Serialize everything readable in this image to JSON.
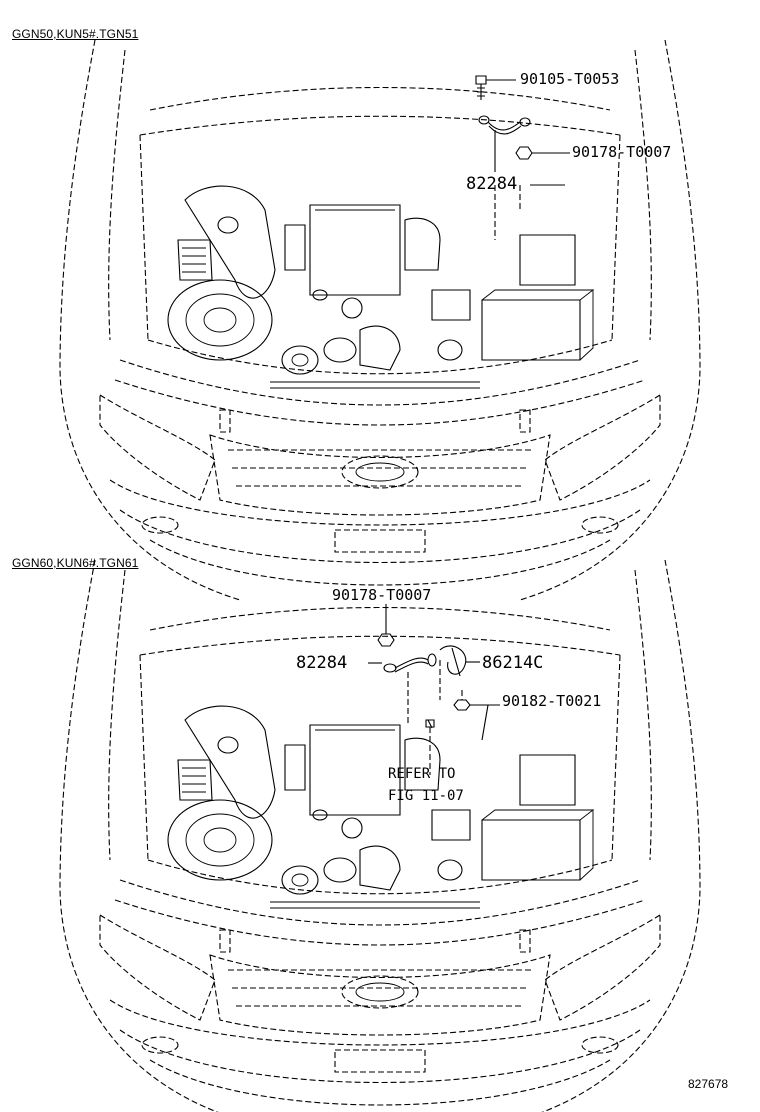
{
  "figure": {
    "figure_id": "827678"
  },
  "views": [
    {
      "model_label": "GGN50,KUN5#.TGN51",
      "callouts": [
        {
          "part": "90105-T0053"
        },
        {
          "part": "90178-T0007"
        },
        {
          "part": "82284"
        }
      ]
    },
    {
      "model_label": "GGN60,KUN6#.TGN61",
      "callouts": [
        {
          "part": "90178-T0007"
        },
        {
          "part": "82284"
        },
        {
          "part": "86214C"
        },
        {
          "part": "90182-T0021"
        }
      ],
      "note": {
        "line1": "REFER TO",
        "line2": "FIG 11-07"
      }
    }
  ]
}
